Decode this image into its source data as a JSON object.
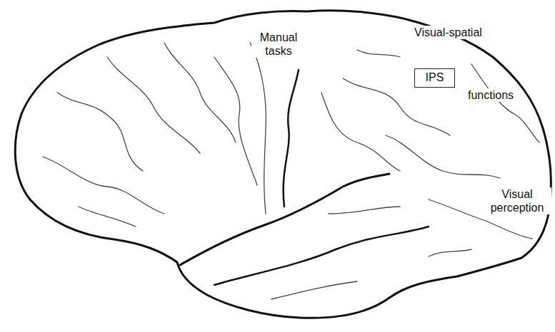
{
  "diagram": {
    "nodes": [
      {
        "text": [
          "IPS"
        ]
      }
    ],
    "labels": [
      "Manual tasks",
      "Visual-spatial",
      "functions",
      "Visual perception"
    ]
  }
}
